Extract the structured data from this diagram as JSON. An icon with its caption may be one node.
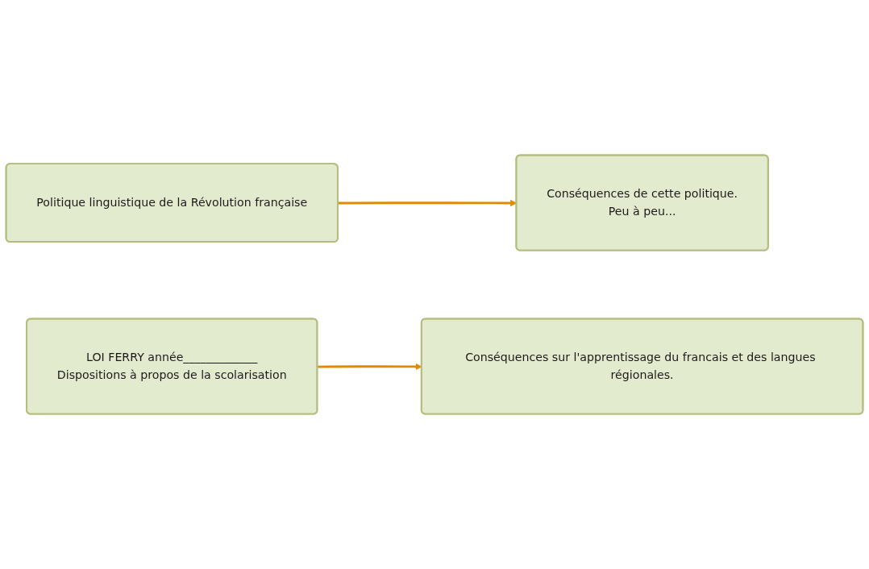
{
  "diagram": {
    "nodes": [
      {
        "text": [
          "Politique linguistique de la Révolution française"
        ]
      },
      {
        "text": [
          "Conséquences de cette politique.",
          "Peu à peu..."
        ]
      },
      {
        "text": [
          "LOI FERRY année_____________",
          "Dispositions  à propos de la scolarisation"
        ]
      },
      {
        "text": [
          "Conséquences sur l'apprentissage du francais et des langues régionales."
        ]
      }
    ],
    "edges": [
      {
        "from": 0,
        "to": 1,
        "arrow": "to"
      },
      {
        "from": 2,
        "to": 3,
        "arrow": "to"
      }
    ]
  }
}
